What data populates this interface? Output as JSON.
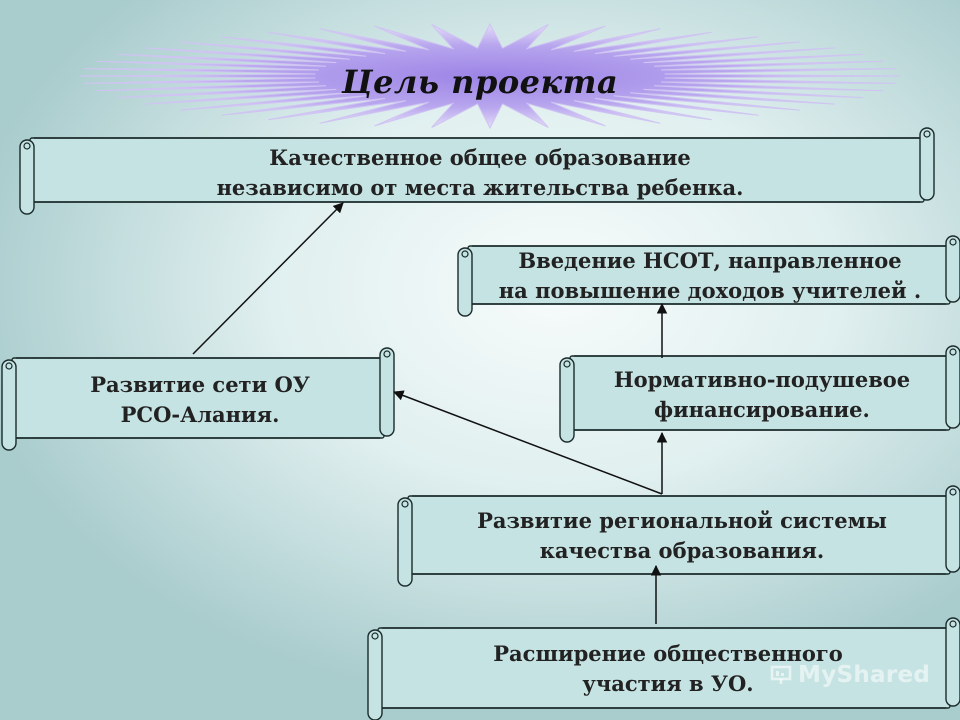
{
  "title": "Цель проекта",
  "boxes": {
    "goal": {
      "line1": "Качественное общее образование",
      "line2": "независимо от места жительства ребенка."
    },
    "nsot": {
      "line1": "Введение НСОТ, направленное",
      "line2": "на повышение доходов учителей ."
    },
    "network": {
      "line1": "Развитие сети ОУ",
      "line2": "РСО-Алания."
    },
    "funding": {
      "line1": "Нормативно-подушевое",
      "line2": "финансирование."
    },
    "quality": {
      "line1": "Развитие региональной системы",
      "line2": "качества образования."
    },
    "public": {
      "line1": "Расширение общественного",
      "line2": "участия в  УО."
    }
  },
  "watermark": "MyShared",
  "colors": {
    "scroll_fill": "#c6e3e3",
    "scroll_stroke": "#1a2a2a",
    "burst_center": "#9c84e6",
    "burst_edge": "#dcd4f6"
  }
}
